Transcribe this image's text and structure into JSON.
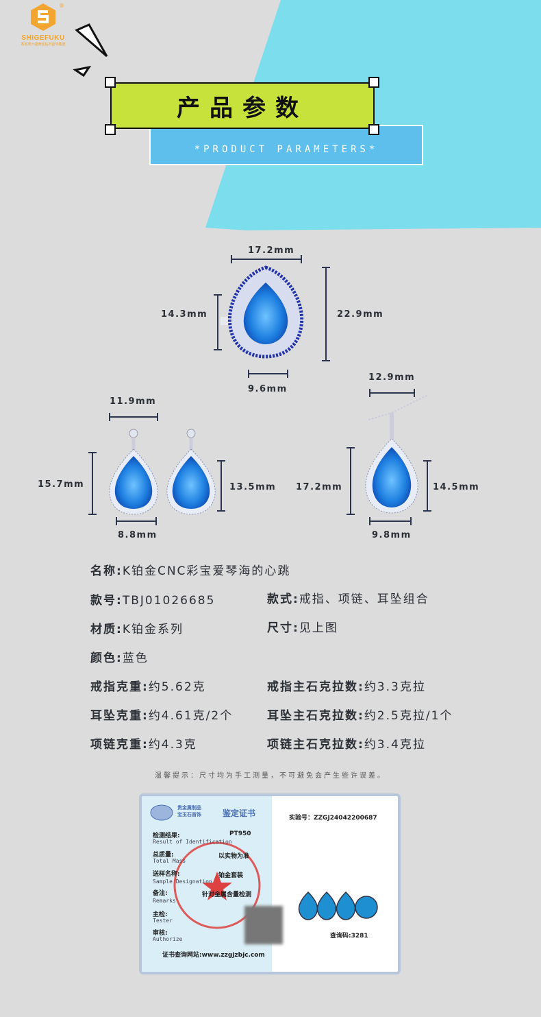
{
  "brand": {
    "name": "SHIGEFUKU",
    "registered": "®",
    "subtitle": "香港周六福黄金钻石首饰集团"
  },
  "header": {
    "title": "产品参数",
    "subtitle": "*PRODUCT PARAMETERS*"
  },
  "dimensions": {
    "ring": {
      "width_top": "17.2mm",
      "height_inner": "14.3mm",
      "height_total": "22.9mm",
      "width_bottom": "9.6mm"
    },
    "earrings": {
      "width_top": "11.9mm",
      "height_total": "15.7mm",
      "height_stone": "13.5mm",
      "width_bottom": "8.8mm"
    },
    "pendant": {
      "width_top": "12.9mm",
      "height_total": "17.2mm",
      "height_stone": "14.5mm",
      "width_bottom": "9.8mm"
    }
  },
  "params": [
    {
      "label": "名称:",
      "value": "K铂金CNC彩宝爱琴海的心跳"
    },
    {
      "label": "款号:",
      "value": "TBJ01026685"
    },
    {
      "label": "款式:",
      "value": "戒指、项链、耳坠组合"
    },
    {
      "label": "材质:",
      "value": "K铂金系列"
    },
    {
      "label": "尺寸:",
      "value": "见上图"
    },
    {
      "label": "颜色:",
      "value": "蓝色"
    },
    {
      "label": "戒指克重:",
      "value": "约5.62克"
    },
    {
      "label": "戒指主石克拉数:",
      "value": "约3.3克拉"
    },
    {
      "label": "耳坠克重:",
      "value": "约4.61克/2个"
    },
    {
      "label": "耳坠主石克拉数:",
      "value": "约2.5克拉/1个"
    },
    {
      "label": "项链克重:",
      "value": "约4.3克"
    },
    {
      "label": "项链主石克拉数:",
      "value": "约3.4克拉"
    }
  ],
  "tip": "温馨提示：尺寸均为手工测量，不可避免会产生些许误差。",
  "certificate": {
    "org": "贵金属制品 宝玉石首饰",
    "title": "鉴定证书",
    "lab_no": "实验号：ZZGJ24042200687",
    "result_label": "检测结果:",
    "result_en": "Result of Identification",
    "result": "PT950",
    "mass_label": "总质量:",
    "mass_en": "Total Mass",
    "mass": "以实物为准",
    "sample_label": "送样名称:",
    "sample_en": "Sample Designation",
    "sample": "铂金套装",
    "remarks_label": "备注:",
    "remarks_en": "Remarks",
    "remarks": "针对金属含量检测",
    "tester_label": "主检:",
    "tester_en": "Tester",
    "auth_label": "审核:",
    "auth_en": "Authorize",
    "website": "证书查询网站:www.zzgjzbjc.com",
    "query": "查询码:3281"
  },
  "colors": {
    "cyan": "#7cdeed",
    "lime": "#c6e23b",
    "banner": "#5fbfec",
    "gem": "#1e7fe0",
    "line": "#2b3550"
  }
}
